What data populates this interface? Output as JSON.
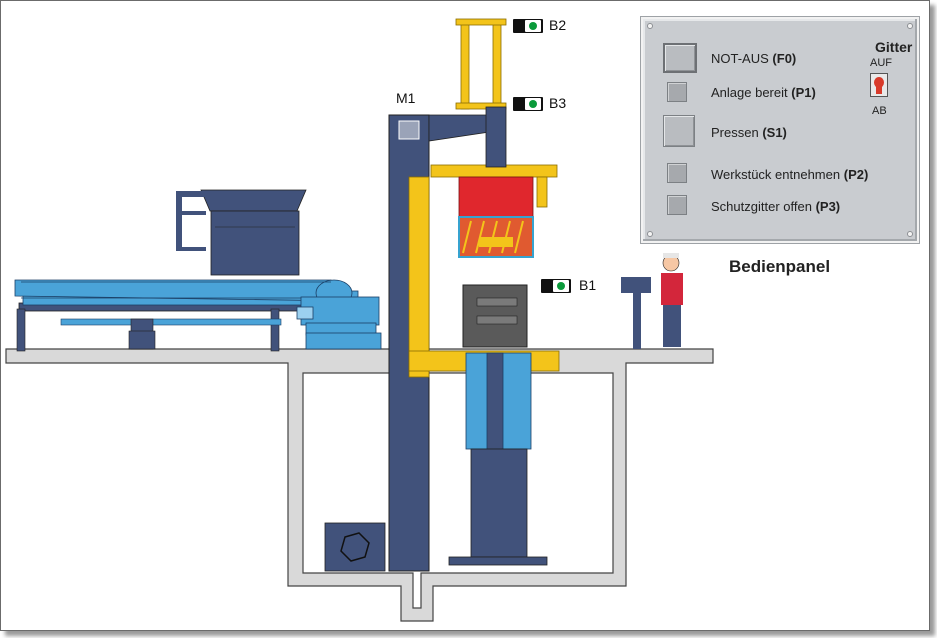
{
  "sensors": {
    "b1": "B1",
    "b2": "B2",
    "b3": "B3"
  },
  "motor": {
    "m1": "M1"
  },
  "panel": {
    "title": "Bedienpanel",
    "not_aus": {
      "label": "NOT-AUS",
      "code": "(F0)"
    },
    "anlage_bereit": {
      "label": "Anlage bereit",
      "code": "(P1)"
    },
    "pressen": {
      "label": "Pressen",
      "code": "(S1)"
    },
    "werkstueck": {
      "label": "Werkstück entnehmen",
      "code": "(P2)"
    },
    "schutzgitter": {
      "label": "Schutzgitter offen",
      "code": "(P3)"
    },
    "gitter": {
      "title": "Gitter",
      "auf": "AUF",
      "ab": "AB"
    }
  },
  "colors": {
    "machine_blue": "#41527b",
    "light_blue": "#4aa3d8",
    "yellow": "#f3c41a",
    "press_red": "#e0272d",
    "floor_gray": "#d9d9d9"
  }
}
